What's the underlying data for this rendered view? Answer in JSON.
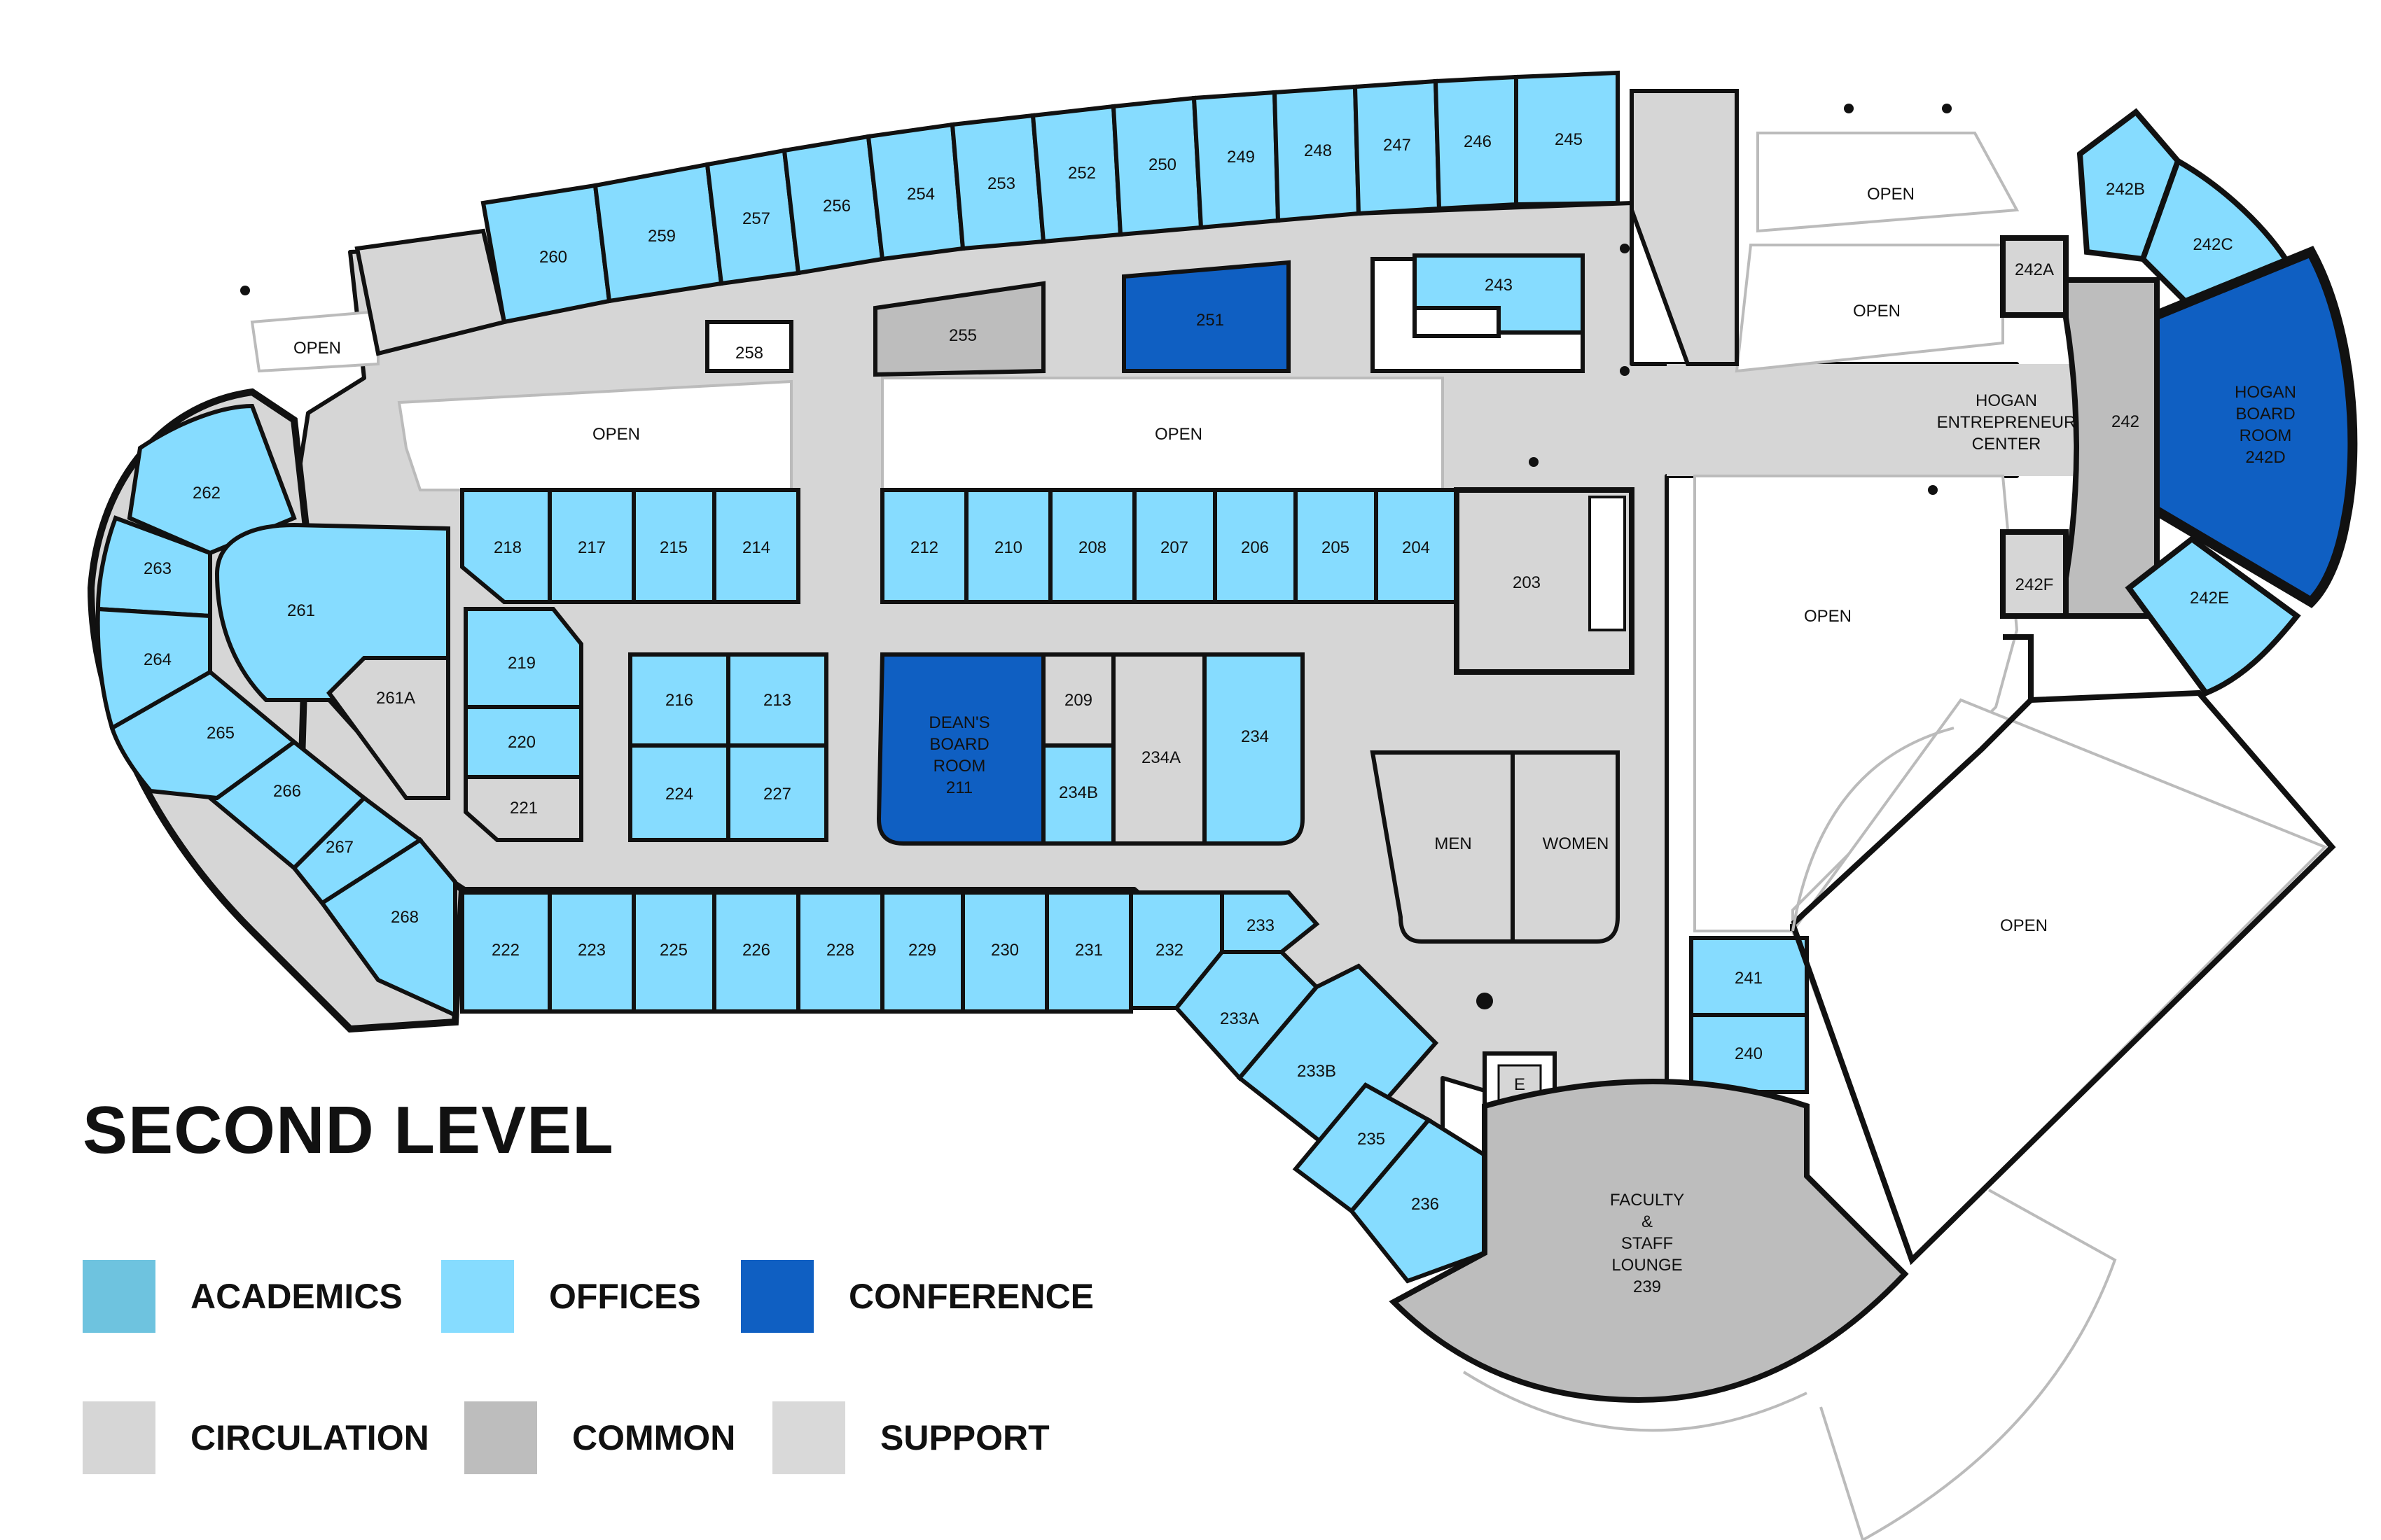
{
  "title": "SECOND LEVEL",
  "colors": {
    "academics": "#6ec3df",
    "offices": "#86dcff",
    "conference": "#0f5fc2",
    "circulation": "#d6d6d6",
    "common": "#bdbdbd",
    "support": "#d9d9d9",
    "wall": "#111111",
    "open": "#ffffff"
  },
  "legend": [
    {
      "key": "academics",
      "label": "ACADEMICS"
    },
    {
      "key": "offices",
      "label": "OFFICES"
    },
    {
      "key": "conference",
      "label": "CONFERENCE"
    },
    {
      "key": "circulation",
      "label": "CIRCULATION"
    },
    {
      "key": "common",
      "label": "COMMON"
    },
    {
      "key": "support",
      "label": "SUPPORT"
    }
  ],
  "rooms": {
    "r260": "260",
    "r259": "259",
    "r257": "257",
    "r256": "256",
    "r254": "254",
    "r253": "253",
    "r252": "252",
    "r250": "250",
    "r249": "249",
    "r248": "248",
    "r247": "247",
    "r246": "246",
    "r245": "245",
    "r255": "255",
    "r251": "251",
    "r243": "243",
    "r258": "258",
    "r262": "262",
    "r263": "263",
    "r264": "264",
    "r265": "265",
    "r266": "266",
    "r267": "267",
    "r268": "268",
    "r261": "261",
    "r261a": "261A",
    "r218": "218",
    "r217": "217",
    "r215": "215",
    "r214": "214",
    "r212": "212",
    "r210": "210",
    "r208": "208",
    "r207": "207",
    "r206": "206",
    "r205": "205",
    "r204": "204",
    "r203": "203",
    "r219": "219",
    "r220": "220",
    "r221": "221",
    "r216": "216",
    "r213": "213",
    "r224": "224",
    "r227": "227",
    "r211_1": "DEAN'S",
    "r211_2": "BOARD",
    "r211_3": "ROOM",
    "r211_4": "211",
    "r209": "209",
    "r234a": "234A",
    "r234b": "234B",
    "r234": "234",
    "r222": "222",
    "r223": "223",
    "r225": "225",
    "r226": "226",
    "r228": "228",
    "r229": "229",
    "r230": "230",
    "r231": "231",
    "r232": "232",
    "r233": "233",
    "r233a": "233A",
    "r233b": "233B",
    "r235": "235",
    "r236": "236",
    "men": "MEN",
    "women": "WOMEN",
    "elev": "E",
    "r241": "241",
    "r240": "240",
    "r239_1": "FACULTY",
    "r239_2": "&",
    "r239_3": "STAFF",
    "r239_4": "LOUNGE",
    "r239_5": "239",
    "r242": "242",
    "r242a": "242A",
    "r242b": "242B",
    "r242c": "242C",
    "r242e": "242E",
    "r242f": "242F",
    "r242d_1": "HOGAN",
    "r242d_2": "BOARD",
    "r242d_3": "ROOM",
    "r242d_4": "242D",
    "hogan_1": "HOGAN",
    "hogan_2": "ENTREPRENEUR",
    "hogan_3": "CENTER"
  },
  "open_areas": {
    "o1": "OPEN",
    "o2": "OPEN",
    "o3": "OPEN",
    "o4": "OPEN",
    "o5": "OPEN",
    "o6": "OPEN",
    "o7": "OPEN"
  }
}
